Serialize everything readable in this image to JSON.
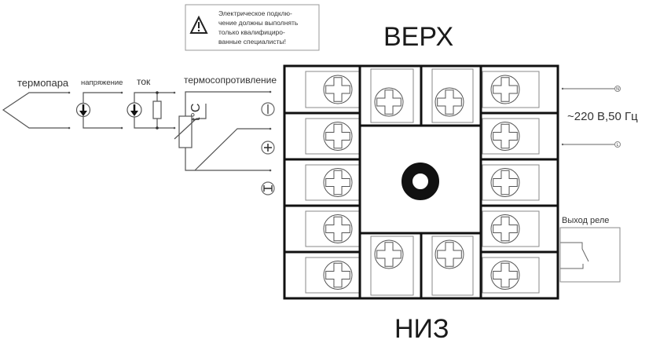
{
  "warning": {
    "icon": "warning-triangle-icon",
    "lines": [
      "Электрическое подклю-",
      "чение должны выполнять",
      "только квалифициро-",
      "ванные специалисты!"
    ]
  },
  "labels": {
    "top": "ВЕРХ",
    "bottom": "НИЗ",
    "thermocouple": "термопара",
    "voltage": "напряжение",
    "current": "ток",
    "rtd": "термосопротивление",
    "temp_symbol": "t°C",
    "power": "~220 В,50 Гц",
    "relay": "Выход реле",
    "neutral": "N",
    "line": "L",
    "minus_top": "|",
    "plus": "+",
    "minus": "−"
  },
  "colors": {
    "frame": "#111111",
    "line": "#666666",
    "text": "#333333"
  }
}
